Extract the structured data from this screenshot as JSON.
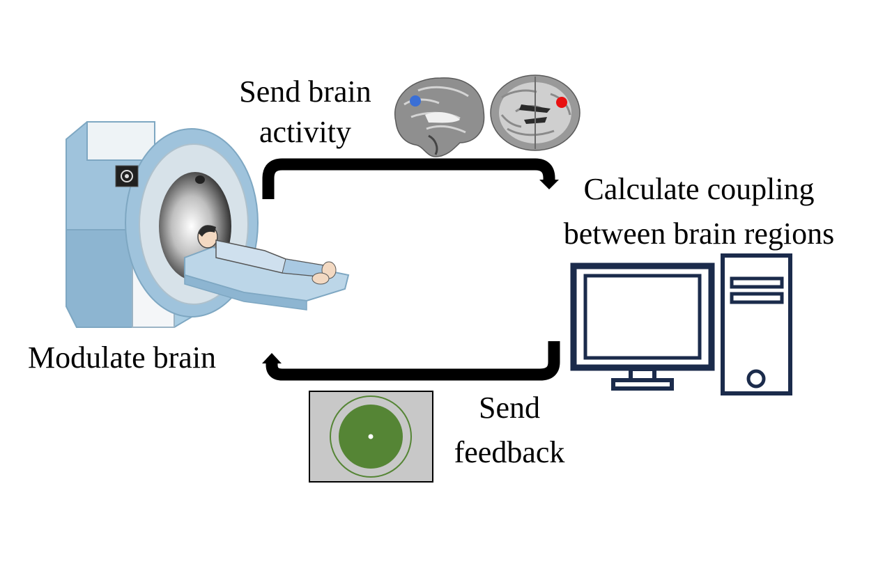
{
  "labels": {
    "send_brain_activity_line1": "Send brain",
    "send_brain_activity_line2": "activity",
    "calculate_line1": "Calculate coupling",
    "calculate_line2": "between brain regions",
    "modulate_brain": "Modulate brain",
    "send_feedback_line1": "Send",
    "send_feedback_line2": "feedback"
  },
  "colors": {
    "arrow": "#000000",
    "mri_body": "#9fc3dc",
    "mri_light": "#dde7ee",
    "computer_outline": "#1b2b4b",
    "feedback_bg": "#c8c8c8",
    "feedback_circle": "#558535",
    "roi_blue": "#3a6fd6",
    "roi_red": "#e81010"
  },
  "icons": [
    "mri-scanner-icon",
    "sagittal-brain-icon",
    "axial-brain-icon",
    "desktop-computer-icon",
    "feedback-display-icon"
  ]
}
